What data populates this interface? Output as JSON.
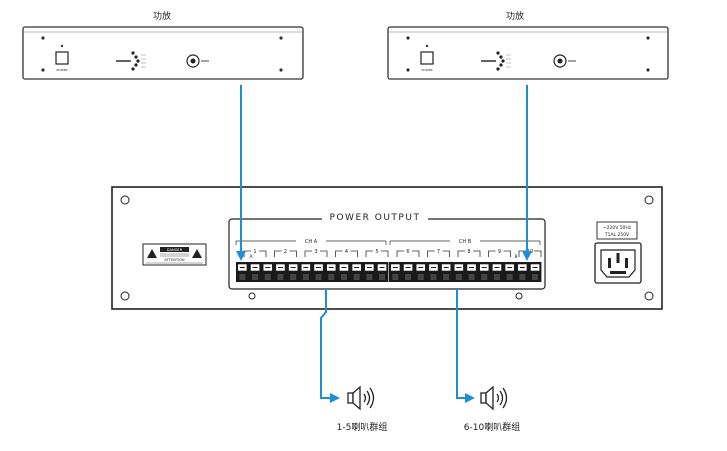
{
  "amplifiers": [
    {
      "label": "功放",
      "power_text": "POWER",
      "channel_text": "CH",
      "volume_text": "VOL"
    },
    {
      "label": "功放",
      "power_text": "POWER",
      "channel_text": "CH",
      "volume_text": "VOL"
    }
  ],
  "main_unit": {
    "panel_title": "POWER OUTPUT",
    "group_a_label": "CH A",
    "group_b_label": "CH B",
    "channel_numbers": [
      "1",
      "2",
      "3",
      "4",
      "5",
      "6",
      "7",
      "8",
      "9",
      "10"
    ],
    "terminal_sub_a": "A",
    "terminal_sub_b": "B",
    "warning_title": "DANGER",
    "warning_line2": "ATTENTION",
    "power_rating": "~220V 50Hz",
    "fuse_rating": "T1AL 250V"
  },
  "speakers": [
    {
      "label": "1-5喇叭群组"
    },
    {
      "label": "6-10喇叭群组"
    }
  ],
  "colors": {
    "line": "#1e8fd6",
    "device": "#333333",
    "terminal": "#1a1a1a"
  }
}
